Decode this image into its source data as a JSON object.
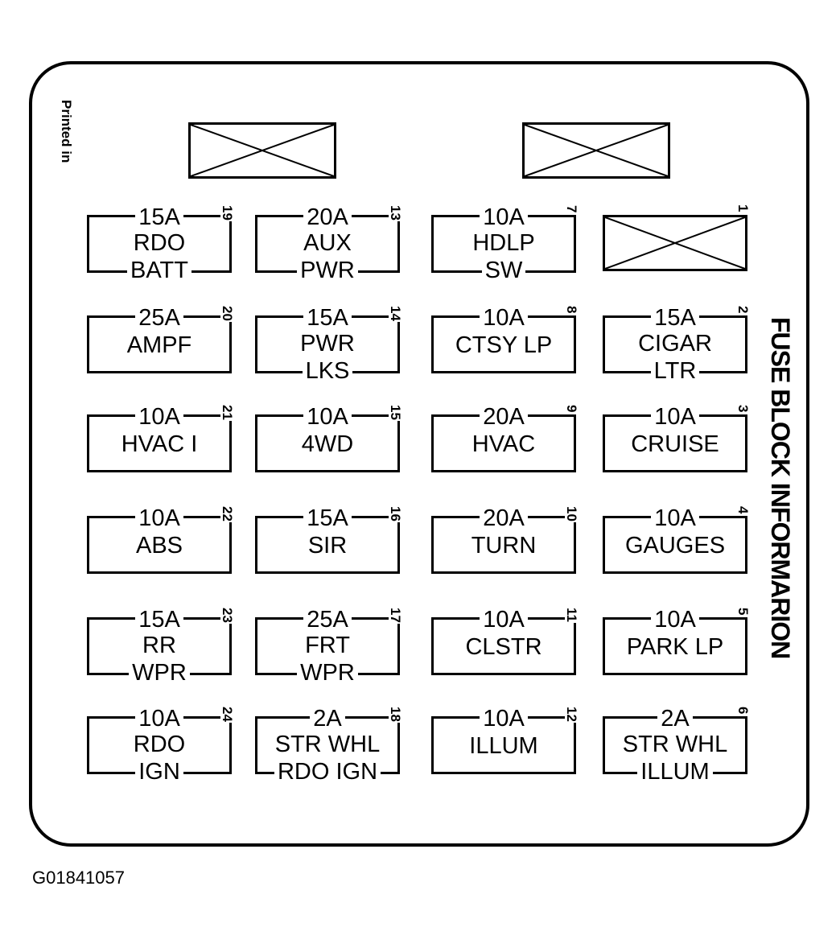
{
  "printed_label": "Printed in",
  "title": "FUSE BLOCK INFORMARION",
  "figure_id": "G01841057",
  "fuses": [
    {
      "num": "19",
      "rating": "15A",
      "line1": "RDO",
      "line2": "BATT"
    },
    {
      "num": "13",
      "rating": "20A",
      "line1": "AUX",
      "line2": "PWR"
    },
    {
      "num": "7",
      "rating": "10A",
      "line1": "HDLP",
      "line2": "SW"
    },
    {
      "num": "1",
      "empty": true
    },
    {
      "num": "20",
      "rating": "25A",
      "line1": "AMPF",
      "line2": ""
    },
    {
      "num": "14",
      "rating": "15A",
      "line1": "PWR",
      "line2": "LKS"
    },
    {
      "num": "8",
      "rating": "10A",
      "line1": "CTSY LP",
      "line2": ""
    },
    {
      "num": "2",
      "rating": "15A",
      "line1": "CIGAR",
      "line2": "LTR"
    },
    {
      "num": "21",
      "rating": "10A",
      "line1": "HVAC I",
      "line2": ""
    },
    {
      "num": "15",
      "rating": "10A",
      "line1": "4WD",
      "line2": ""
    },
    {
      "num": "9",
      "rating": "20A",
      "line1": "HVAC",
      "line2": ""
    },
    {
      "num": "3",
      "rating": "10A",
      "line1": "CRUISE",
      "line2": ""
    },
    {
      "num": "22",
      "rating": "10A",
      "line1": "ABS",
      "line2": ""
    },
    {
      "num": "16",
      "rating": "15A",
      "line1": "SIR",
      "line2": ""
    },
    {
      "num": "10",
      "rating": "20A",
      "line1": "TURN",
      "line2": ""
    },
    {
      "num": "4",
      "rating": "10A",
      "line1": "GAUGES",
      "line2": ""
    },
    {
      "num": "23",
      "rating": "15A",
      "line1": "RR",
      "line2": "WPR"
    },
    {
      "num": "17",
      "rating": "25A",
      "line1": "FRT",
      "line2": "WPR"
    },
    {
      "num": "11",
      "rating": "10A",
      "line1": "CLSTR",
      "line2": ""
    },
    {
      "num": "5",
      "rating": "10A",
      "line1": "PARK LP",
      "line2": ""
    },
    {
      "num": "24",
      "rating": "10A",
      "line1": "RDO",
      "line2": "IGN"
    },
    {
      "num": "18",
      "rating": "2A",
      "line1": "STR WHL",
      "line2": "RDO IGN"
    },
    {
      "num": "12",
      "rating": "10A",
      "line1": "ILLUM",
      "line2": ""
    },
    {
      "num": "6",
      "rating": "2A",
      "line1": "STR WHL",
      "line2": "ILLUM"
    }
  ]
}
